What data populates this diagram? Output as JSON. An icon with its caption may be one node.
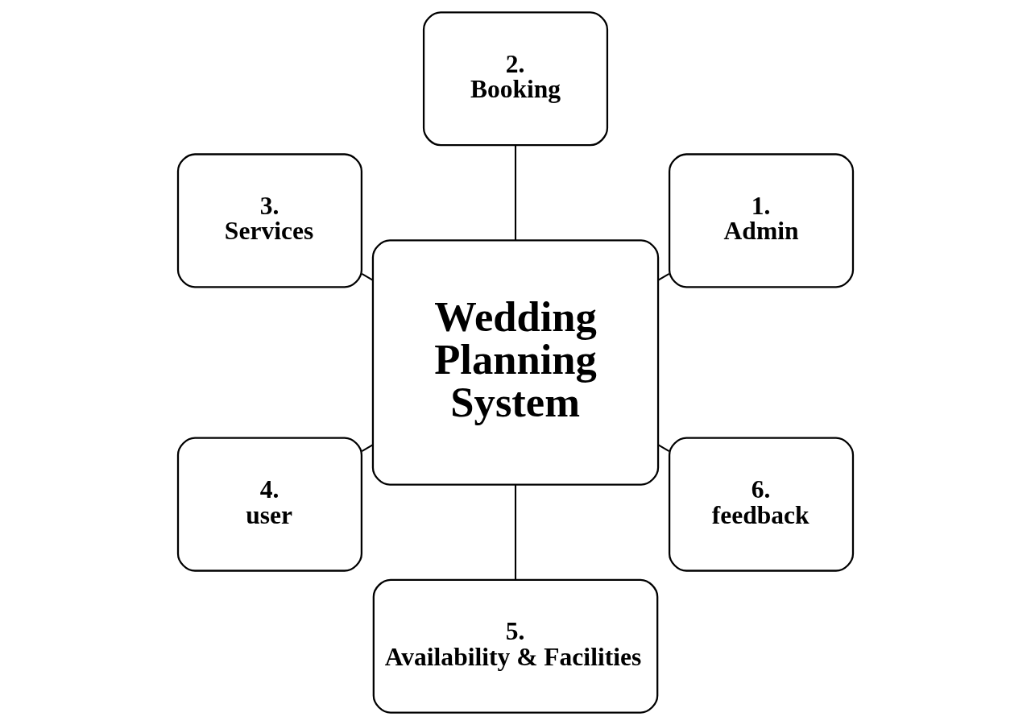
{
  "diagram": {
    "nodes": [
      {
        "text": [
          "Wedding Planning System"
        ]
      },
      {
        "text": [
          "1. Admin"
        ]
      },
      {
        "text": [
          "2. Booking"
        ]
      },
      {
        "text": [
          "3. Services"
        ]
      },
      {
        "text": [
          "4. user"
        ]
      },
      {
        "text": [
          "5. Availability & Facilities"
        ]
      },
      {
        "text": [
          "6. feedback"
        ]
      }
    ],
    "edges": [
      {
        "from": 0,
        "to": 1,
        "arrow": "none"
      },
      {
        "from": 0,
        "to": 2,
        "arrow": "none"
      },
      {
        "from": 0,
        "to": 3,
        "arrow": "none"
      },
      {
        "from": 0,
        "to": 4,
        "arrow": "none"
      },
      {
        "from": 0,
        "to": 5,
        "arrow": "none"
      },
      {
        "from": 0,
        "to": 6,
        "arrow": "none"
      }
    ]
  }
}
